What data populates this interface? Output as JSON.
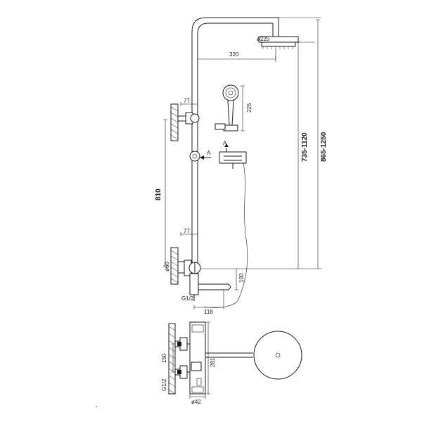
{
  "dimensions": {
    "head_diameter": "ø225",
    "arm_reach": "320",
    "hand_shower_length": "225",
    "height_range_bar": "735-1120",
    "height_range_total": "865-1250",
    "valve_spacing_top": "77",
    "valve_spacing_bottom": "77",
    "vertical_810": "810",
    "section_marker_left": "A",
    "section_marker_right": "A",
    "pipe_diameter": "ø60",
    "spout_height": "100",
    "spout_reach": "118",
    "thread_size": "G1/2",
    "plan_distance_150": "150",
    "plan_distance_281": "281",
    "plan_diameter": "ø42",
    "plan_thread": "G1/2"
  }
}
